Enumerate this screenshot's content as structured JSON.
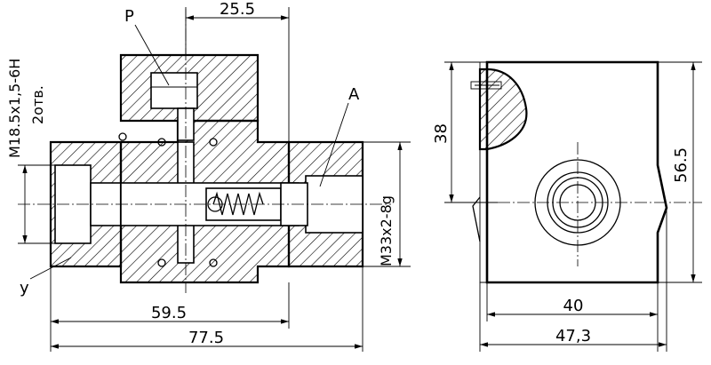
{
  "labels": {
    "port_p": "P",
    "part_a": "A",
    "part_y": "y"
  },
  "dimensions": {
    "top_offset": "25.5",
    "inlet_thread": "M18.5x1,5-6H",
    "inlet_note": "2отв.",
    "outlet_thread": "M33x2-8g",
    "body_inner_length": "59.5",
    "overall_length": "77.5",
    "side_upper_height": "38",
    "side_overall_height": "56.5",
    "side_inner_width": "40",
    "side_overall_width": "47,3"
  }
}
